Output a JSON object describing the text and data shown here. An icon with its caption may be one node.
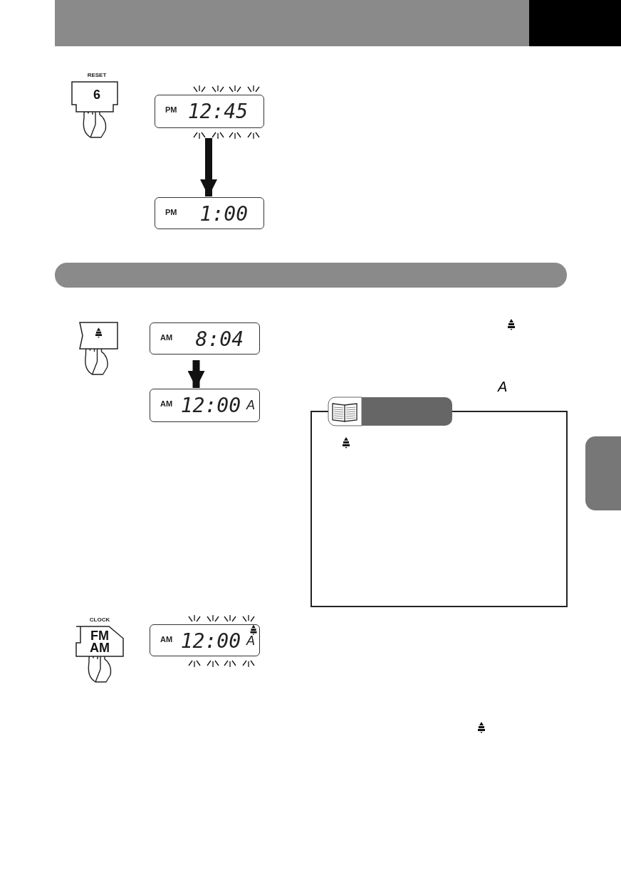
{
  "diagram": {
    "nodes": [
      {
        "text": [
          "RESET",
          "6"
        ]
      },
      {
        "text": [
          "PM",
          "12:45"
        ]
      },
      {
        "text": [
          "PM",
          "1:00"
        ]
      },
      {
        "text": [],
        "shape": "bar"
      },
      {
        "text": [],
        "shape": "box"
      },
      {
        "text": [
          "AM",
          "8:04"
        ]
      },
      {
        "text": [
          "AM",
          "12:00",
          "A"
        ]
      },
      {
        "text": [],
        "shape": "bar"
      },
      {
        "text": [],
        "shape": "bar"
      },
      {
        "text": [
          "CLOCK",
          "FM AM"
        ]
      },
      {
        "text": [
          "AM",
          "12:00",
          "A"
        ]
      }
    ],
    "edges": [
      {
        "from": 1,
        "to": 2,
        "arrow": "to"
      },
      {
        "from": 5,
        "to": 6,
        "arrow": "to"
      }
    ],
    "labels": [
      "A"
    ]
  }
}
